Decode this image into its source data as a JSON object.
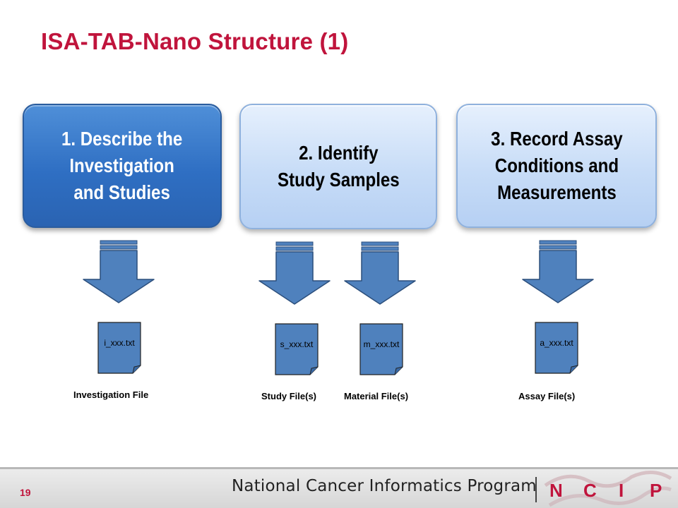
{
  "slide": {
    "title": "ISA-TAB-Nano Structure (1)",
    "number": "19"
  },
  "steps": [
    {
      "text": "1. Describe the\nInvestigation\n and Studies",
      "style": "dark"
    },
    {
      "text": "2. Identify\nStudy Samples",
      "style": "light"
    },
    {
      "text": "3. Record Assay\nConditions and\n Measurements",
      "style": "light"
    }
  ],
  "files": [
    {
      "name": "i_xxx.txt",
      "label": "Investigation File"
    },
    {
      "name": "s_xxx.txt",
      "label": "Study File(s)"
    },
    {
      "name": "m_xxx.txt",
      "label": "Material File(s)"
    },
    {
      "name": "a_xxx.txt",
      "label": "Assay File(s)"
    }
  ],
  "footer": {
    "program_name": "National Cancer Informatics Program",
    "logo_letters": [
      "N",
      "C",
      "I",
      "P"
    ]
  },
  "colors": {
    "title_red": "#c0143c",
    "arrow_blue": "#4f81bd",
    "file_blue": "#4f81bd",
    "logo_red": "#c0143c"
  }
}
